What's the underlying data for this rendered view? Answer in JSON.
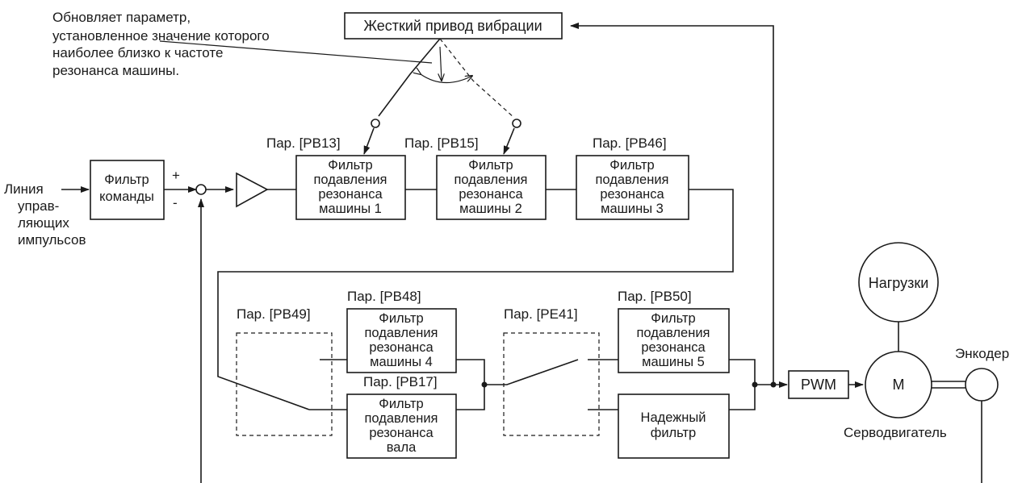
{
  "annotation": {
    "lines": [
      "Обновляет параметр,",
      "установленное значение которого",
      "наиболее близко к частоте",
      "резонанса машины."
    ]
  },
  "vibration_driver": "Жесткий привод вибрации",
  "input": {
    "lines": [
      "Линия",
      "управ-",
      "ляющих",
      "импульсов"
    ]
  },
  "command_filter": {
    "lines": [
      "Фильтр",
      "команды"
    ]
  },
  "signs": {
    "plus": "+",
    "minus": "-"
  },
  "params": {
    "pb13": "Пар. [PB13]",
    "pb15": "Пар. [PB15]",
    "pb46": "Пар. [PB46]",
    "pb48": "Пар. [PB48]",
    "pb49": "Пар. [PB49]",
    "pb17": "Пар. [PB17]",
    "pe41": "Пар. [PE41]",
    "pb50": "Пар. [PB50]"
  },
  "filters": {
    "f1": [
      "Фильтр",
      "подавления",
      "резонанса",
      "машины 1"
    ],
    "f2": [
      "Фильтр",
      "подавления",
      "резонанса",
      "машины 2"
    ],
    "f3": [
      "Фильтр",
      "подавления",
      "резонанса",
      "машины 3"
    ],
    "f4": [
      "Фильтр",
      "подавления",
      "резонанса",
      "машины 4"
    ],
    "shaft": [
      "Фильтр",
      "подавления",
      "резонанса",
      "вала"
    ],
    "f5": [
      "Фильтр",
      "подавления",
      "резонанса",
      "машины 5"
    ],
    "robust": [
      "Надежный",
      "фильтр"
    ]
  },
  "pwm": "PWM",
  "motor": "M",
  "load": "Нагрузки",
  "encoder": "Энкодер",
  "servomotor": "Серводвигатель"
}
